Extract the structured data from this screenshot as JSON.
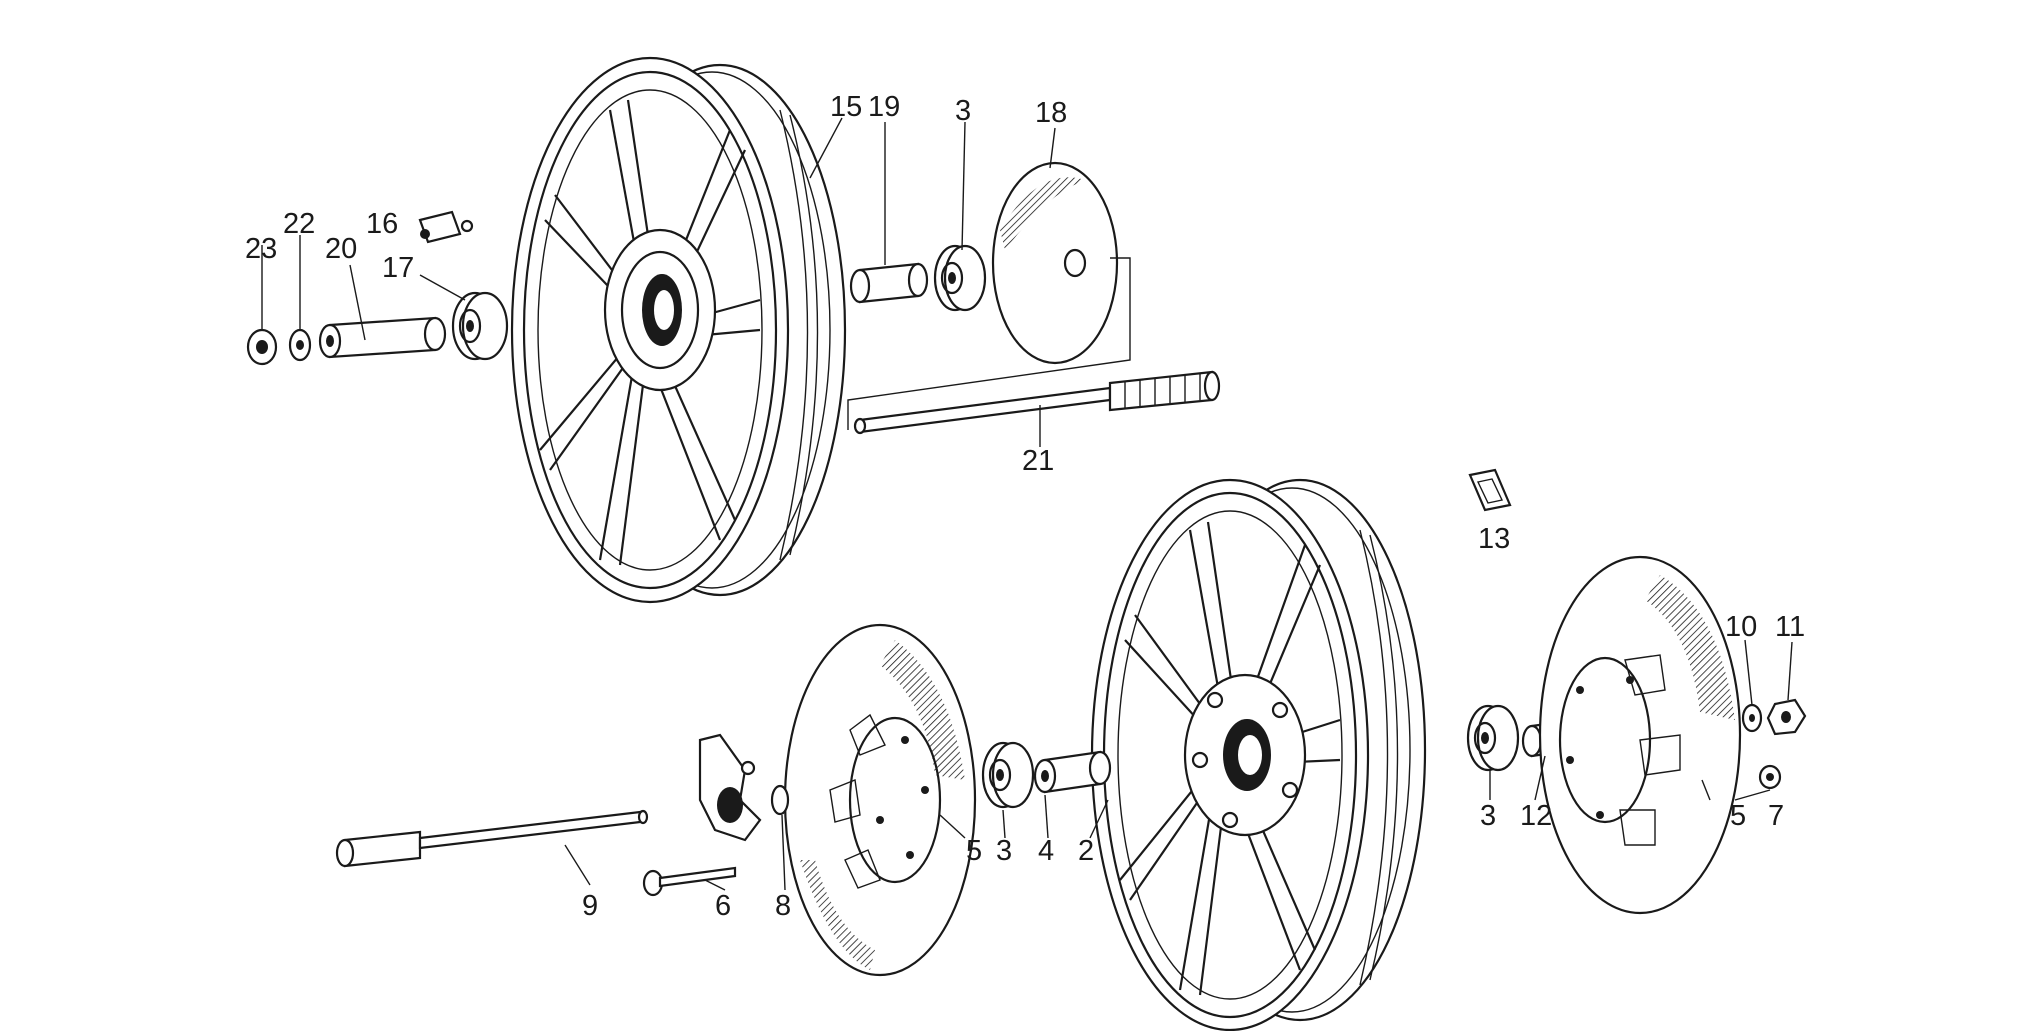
{
  "labels": {
    "l15": "15",
    "l19": "19",
    "l3a": "3",
    "l18": "18",
    "l22": "22",
    "l16": "16",
    "l23": "23",
    "l20": "20",
    "l17": "17",
    "l21": "21",
    "l13": "13",
    "l10": "10",
    "l11": "11",
    "l5a": "5",
    "l3b": "3",
    "l4": "4",
    "l2": "2",
    "l3c": "3",
    "l12": "12",
    "l5b": "5",
    "l7": "7",
    "l9": "9",
    "l6": "6",
    "l8": "8"
  }
}
